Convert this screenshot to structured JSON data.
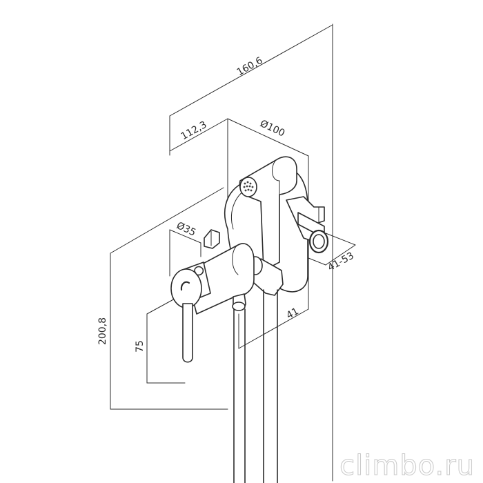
{
  "dimensions": {
    "overall_width": "160,6",
    "depth": "112,3",
    "plate_diameter": "Ø100",
    "handle_diameter": "Ø35",
    "total_height": "200,8",
    "lever_height": "75",
    "outlet_offset": "41",
    "wall_depth_range": "41-53"
  },
  "watermark": "climbo.ru"
}
